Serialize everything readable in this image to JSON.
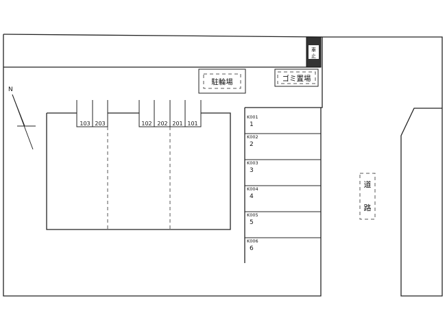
{
  "compass": {
    "north_label": "N"
  },
  "units": [
    "103",
    "203",
    "102",
    "202",
    "201",
    "101"
  ],
  "bicycle_parking": {
    "label": "駐輪場"
  },
  "garbage": {
    "label": "ゴミ置場"
  },
  "no_entry_sign": {
    "line1": "車",
    "line2": "止"
  },
  "road": {
    "char1": "道",
    "char2": "路"
  },
  "parking_spaces": [
    {
      "code": "K001",
      "number": "1"
    },
    {
      "code": "K002",
      "number": "2"
    },
    {
      "code": "K003",
      "number": "3"
    },
    {
      "code": "K004",
      "number": "4"
    },
    {
      "code": "K005",
      "number": "5"
    },
    {
      "code": "K006",
      "number": "6"
    }
  ]
}
